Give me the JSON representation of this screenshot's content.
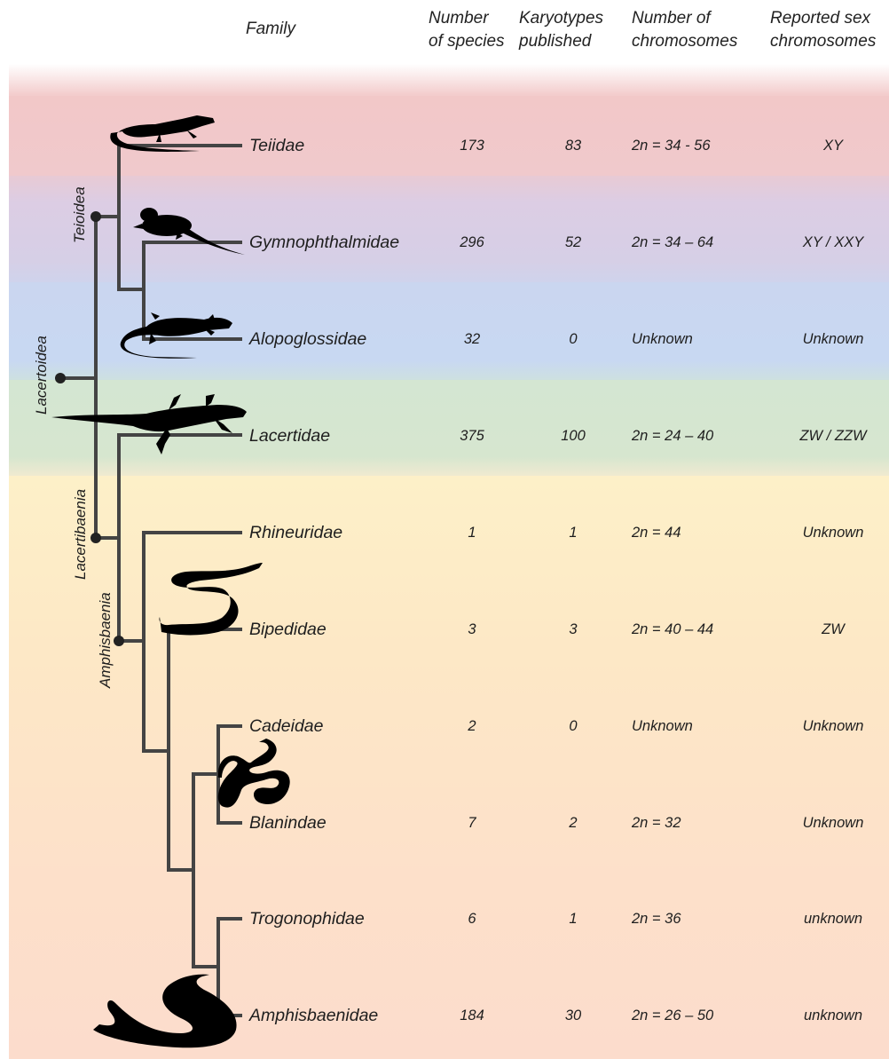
{
  "headers": {
    "family": "Family",
    "species": [
      "Number",
      "of species"
    ],
    "karyotypes": [
      "Karyotypes",
      "published"
    ],
    "chromosomes": [
      "Number of",
      "chromosomes"
    ],
    "sex": [
      "Reported sex",
      "chromosomes"
    ]
  },
  "clades": {
    "lacertoidea": "Lacertoidea",
    "teioidea": "Teioidea",
    "lacertibaenia": "Lacertibaenia",
    "amphisbaenia": "Amphisbaenia"
  },
  "colors": {
    "teiidae_band": "#f2c8c8",
    "gymno_band": "#dccde4",
    "alopo_band": "#c8d8f2",
    "lacertidae_band": "#d6e6cf",
    "amphis_band_top": "#fdf0c8",
    "amphis_band_bottom": "#fcdccc",
    "tree_line": "#444444"
  },
  "rows": [
    {
      "family": "Teiidae",
      "species": "173",
      "karyotypes": "83",
      "chromosomes": "2n = 34 - 56",
      "sex": "XY"
    },
    {
      "family": "Gymnophthalmidae",
      "species": "296",
      "karyotypes": "52",
      "chromosomes": "2n = 34 – 64",
      "sex": "XY / XXY"
    },
    {
      "family": "Alopoglossidae",
      "species": "32",
      "karyotypes": "0",
      "chromosomes": "Unknown",
      "sex": "Unknown"
    },
    {
      "family": "Lacertidae",
      "species": "375",
      "karyotypes": "100",
      "chromosomes": "2n = 24 – 40",
      "sex": "ZW / ZZW"
    },
    {
      "family": "Rhineuridae",
      "species": "1",
      "karyotypes": "1",
      "chromosomes": "2n = 44",
      "sex": "Unknown"
    },
    {
      "family": "Bipedidae",
      "species": "3",
      "karyotypes": "3",
      "chromosomes": "2n = 40 – 44",
      "sex": "ZW"
    },
    {
      "family": "Cadeidae",
      "species": "2",
      "karyotypes": "0",
      "chromosomes": "Unknown",
      "sex": "Unknown"
    },
    {
      "family": "Blanindae",
      "species": "7",
      "karyotypes": "2",
      "chromosomes": "2n = 32",
      "sex": "Unknown"
    },
    {
      "family": "Trogonophidae",
      "species": "6",
      "karyotypes": "1",
      "chromosomes": "2n = 36",
      "sex": "unknown"
    },
    {
      "family": "Amphisbaenidae",
      "species": "184",
      "karyotypes": "30",
      "chromosomes": "2n = 26 – 50",
      "sex": "unknown"
    }
  ],
  "silhouettes": [
    "lizard-icon",
    "lizard-icon",
    "lizard-icon",
    "lizard-icon",
    "snake-icon",
    "snake-icon",
    "snake-icon"
  ]
}
